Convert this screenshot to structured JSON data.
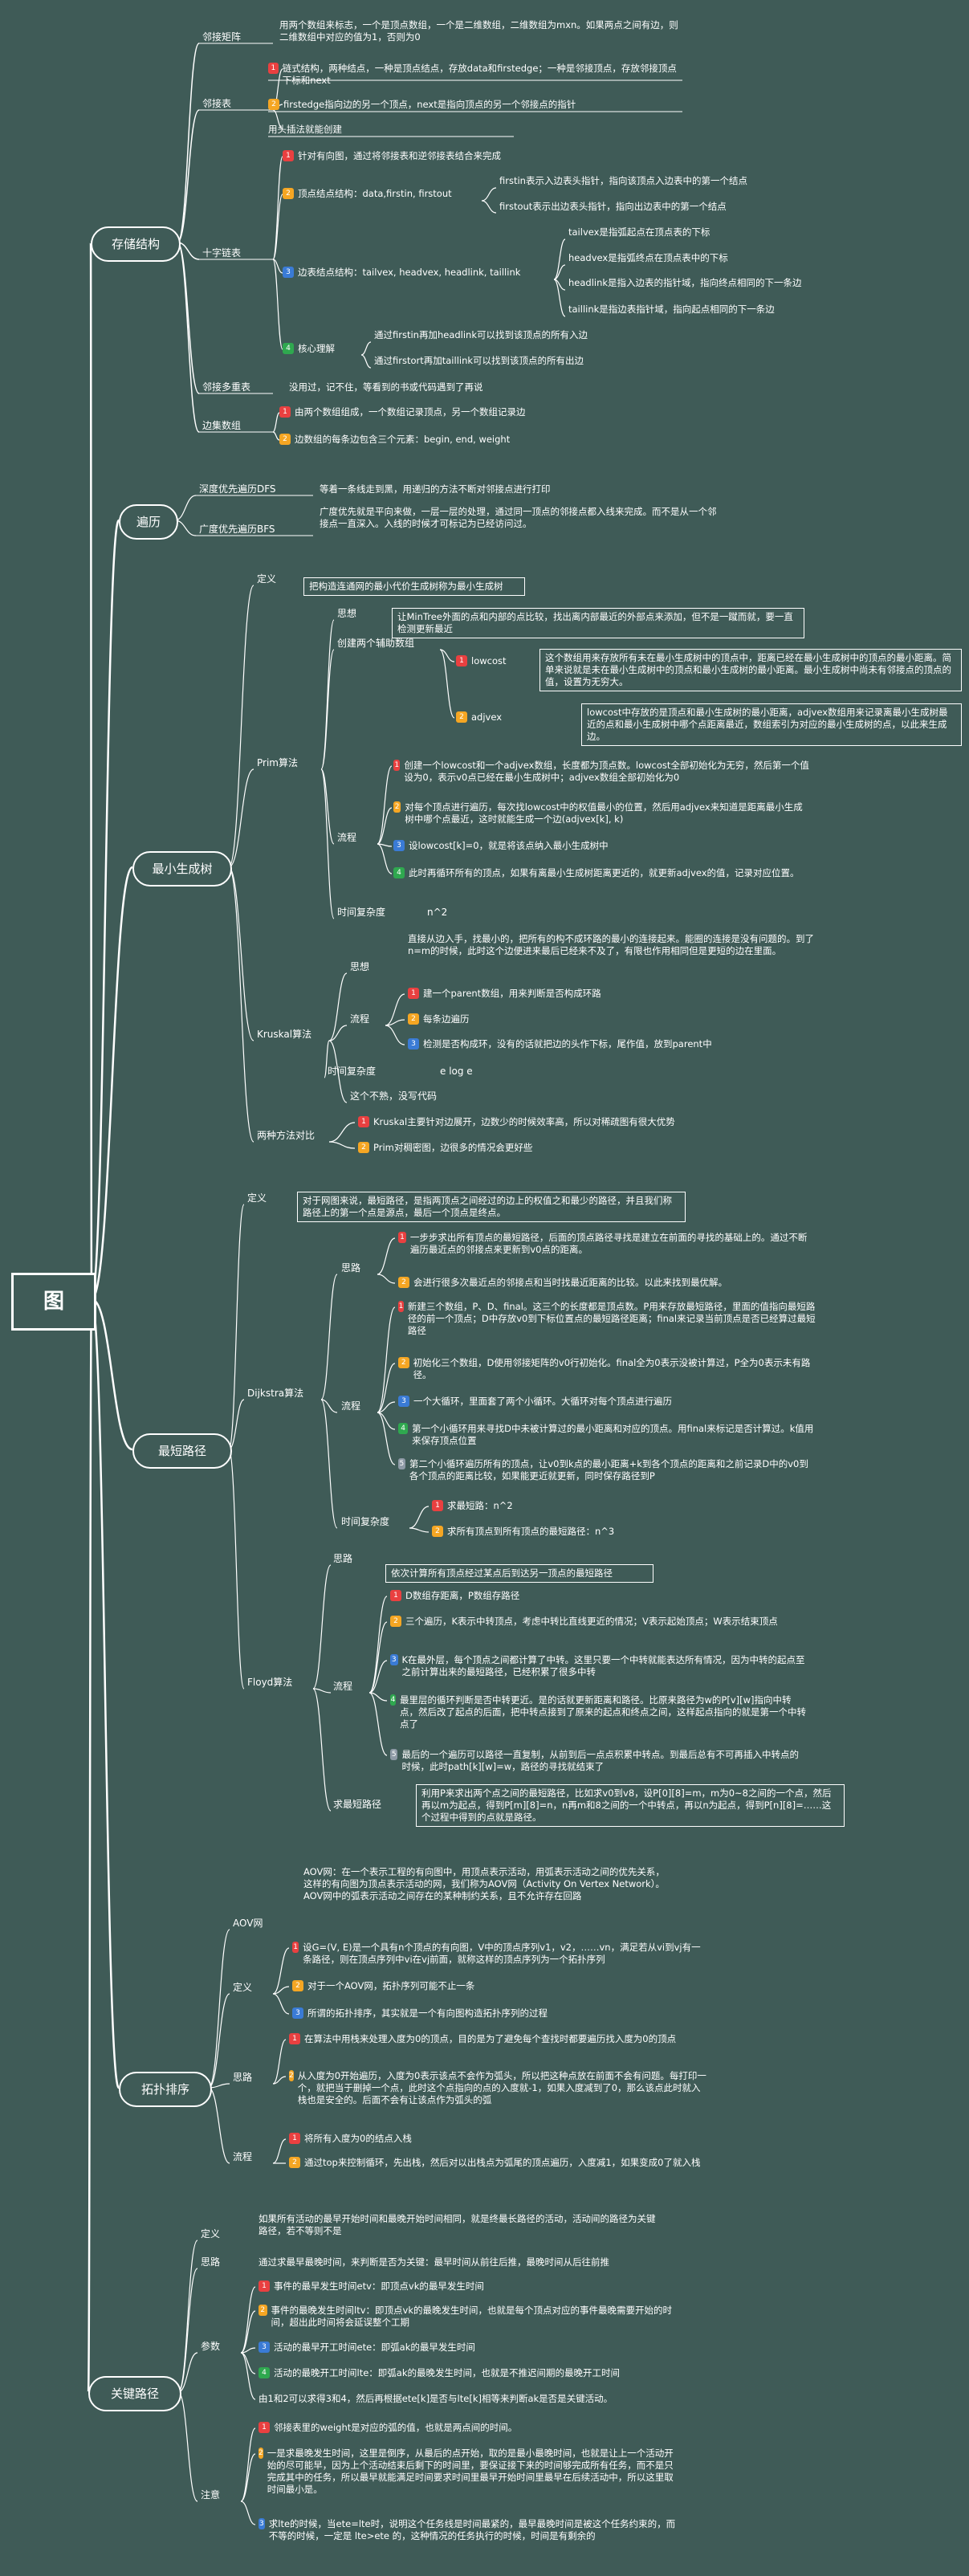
{
  "root": "图",
  "colors": {
    "background": "#3f5b57",
    "line": "#ffffff",
    "n1": "#e94040",
    "n2": "#f5a623",
    "n3": "#3a7bd5",
    "n4": "#2fa84f",
    "n5": "#8e9aa6"
  },
  "storage": {
    "title": "存储结构",
    "adj_matrix": {
      "label": "邻接矩阵",
      "text": "用两个数组来标志，一个是顶点数组，一个是二维数组，二维数组为mxn。如果两点之间有边，则二维数组中对应的值为1，否则为0"
    },
    "adj_list": {
      "label": "邻接表",
      "items": [
        "链式结构，两种结点，一种是顶点结点，存放data和firstedge；一种是邻接顶点，存放邻接顶点下标和next",
        "firstedge指向边的另一个顶点，next是指向顶点的另一个邻接点的指针",
        "用头插法就能创建"
      ]
    },
    "cross_list": {
      "label": "十字链表",
      "i1": "针对有向图，通过将邻接表和逆邻接表结合来完成",
      "i2": "顶点结点结构：data,firstin, firstout",
      "i2a": "firstin表示入边表头指针，指向该顶点入边表中的第一个结点",
      "i2b": "firstout表示出边表头指针，指向出边表中的第一个结点",
      "i3": "边表结点结构：tailvex, headvex, headlink, taillink",
      "i3a": "tailvex是指弧起点在顶点表的下标",
      "i3b": "headvex是指弧终点在顶点表中的下标",
      "i3c": "headlink是指入边表的指针域，指向终点相同的下一条边",
      "i3d": "taillink是指边表指针域，指向起点相同的下一条边",
      "i4": "核心理解",
      "i4a": "通过firstin再加headlink可以找到该顶点的所有入边",
      "i4b": "通过firstort再加taillink可以找到该顶点的所有出边"
    },
    "adj_multi": {
      "label": "邻接多重表",
      "text": "没用过，记不住，等看到的书或代码遇到了再说"
    },
    "edge_array": {
      "label": "边集数组",
      "items": [
        "由两个数组组成，一个数组记录顶点，另一个数组记录边",
        "边数组的每条边包含三个元素：begin, end, weight"
      ]
    }
  },
  "traverse": {
    "title": "遍历",
    "dfs_label": "深度优先遍历DFS",
    "dfs_text": "等着一条线走到黑，用递归的方法不断对邻接点进行打印",
    "bfs_label": "广度优先遍历BFS",
    "bfs_text": "广度优先就是平向来做，一层一层的处理，通过同一顶点的邻接点都入线来完成。而不是从一个邻接点一直深入。入线的时候才可标记为已经访问过。"
  },
  "mst": {
    "title": "最小生成树",
    "def_label": "定义",
    "def_text": "把构造连通网的最小代价生成树称为最小生成树",
    "prim": {
      "label": "Prim算法",
      "idea_label": "思想",
      "idea": "让MinTree外面的点和内部的点比较，找出离内部最近的外部点来添加，但不是一蹴而就，要一直检测更新最近",
      "arrays_label": "创建两个辅助数组",
      "lowcost_label": "lowcost",
      "lowcost": "这个数组用来存放所有未在最小生成树中的顶点中，距离已经在最小生成树中的顶点的最小距离。简单来说就是未在最小生成树中的顶点和最小生成树的最小距离。最小生成树中尚未有邻接点的顶点的值，设置为无穷大。",
      "adjvex_label": "adjvex",
      "adjvex": "lowcost中存放的是顶点和最小生成树的最小距离，adjvex数组用来记录离最小生成树最近的点和最小生成树中哪个点距离最近，数组索引为对应的最小生成树的点，以此来生成边。",
      "flow_label": "流程",
      "flow": [
        "创建一个lowcost和一个adjvex数组，长度都为顶点数。lowcost全部初始化为无穷，然后第一个值设为0，表示v0点已经在最小生成树中；adjvex数组全部初始化为0",
        "对每个顶点进行遍历，每次找lowcost中的权值最小的位置，然后用adjvex来知道是距离最小生成树中哪个点最近，这时就能生成一个边(adjvex[k], k)",
        "设lowcost[k]=0，就是将该点纳入最小生成树中",
        "此时再循环所有的顶点，如果有离最小生成树距离更近的，就更新adjvex的值，记录对应位置。"
      ],
      "time_label": "时间复杂度",
      "time": "n^2"
    },
    "kruskal": {
      "label": "Kruskal算法",
      "idea_label": "思想",
      "idea": "直接从边入手，找最小的，把所有的构不成环路的最小的连接起来。能圈的连接是没有问题的。到了n=m的时候，此时这个边便进来最后已经来不及了，有限也作用相同但是更短的边在里面。",
      "flow_label": "流程",
      "flow": [
        "建一个parent数组，用来判断是否构成环路",
        "每条边遍历",
        "检测是否构成环，没有的话就把边的头作下标，尾作值，放到parent中"
      ],
      "time_label": "时间复杂度",
      "time": "e log e",
      "note": "这个不熟，没写代码"
    },
    "compare_label": "两种方法对比",
    "compare": [
      "Kruskal主要针对边展开，边数少的时候效率高，所以对稀疏图有很大优势",
      "Prim对稠密图，边很多的情况会更好些"
    ]
  },
  "shortest": {
    "title": "最短路径",
    "def_label": "定义",
    "def_text": "对于网图来说，最短路径，是指两顶点之间经过的边上的权值之和最少的路径，并且我们称路径上的第一个点是源点，最后一个顶点是终点。",
    "dijkstra": {
      "label": "Dijkstra算法",
      "idea_label": "思路",
      "idea": [
        "一步步求出所有顶点的最短路径，后面的顶点路径寻找是建立在前面的寻找的基础上的。通过不断遍历最近点的邻接点来更新到v0点的距离。",
        "会进行很多次最近点的邻接点和当时找最近距离的比较。以此来找到最优解。"
      ],
      "flow_label": "流程",
      "flow": [
        "新建三个数组，P、D、final。这三个的长度都是顶点数。P用来存放最短路径，里面的值指向最短路径的前一个顶点；D中存放v0到下标位置点的最短路径距离；final来记录当前顶点是否已经算过最短路径",
        "初始化三个数组，D使用邻接矩阵的v0行初始化。final全为0表示没被计算过，P全为0表示未有路径。",
        "一个大循环，里面套了两个小循环。大循环对每个顶点进行遍历",
        "第一个小循环用来寻找D中未被计算过的最小距离和对应的顶点。用final来标记是否计算过。k值用来保存顶点位置",
        "第二个小循环遍历所有的顶点，让v0到k点的最小距离+k到各个顶点的距离和之前记录D中的v0到各个顶点的距离比较，如果能更近就更新，同时保存路径到P"
      ],
      "time_label": "时间复杂度",
      "time": [
        "求最短路：n^2",
        "求所有顶点到所有顶点的最短路径：n^3"
      ]
    },
    "floyd": {
      "label": "Floyd算法",
      "idea_label": "思路",
      "idea": "依次计算所有顶点经过某点后到达另一顶点的最短路径",
      "flow_label": "流程",
      "flow": [
        "D数组存距离，P数组存路径",
        "三个遍历，K表示中转顶点，考虑中转比直线更近的情况；V表示起始顶点；W表示结束顶点",
        "K在最外层，每个顶点之间都计算了中转。这里只要一个中转就能表达所有情况，因为中转的起点至之前计算出来的最短路径，已经积累了很多中转",
        "最里层的循环判断是否中转更近。是的话就更新距离和路径。比原来路径为w的P[v][w]指向中转点，然后改了起点的后面，把中转点接到了原来的起点和终点之间，这样起点指向的就是第一个中转点了",
        "最后的一个遍历可以路径一直复制，从前到后一点点积累中转点。到最后总有不可再插入中转点的时候，此时path[k][w]=w，路径的寻找就结束了"
      ],
      "path_label": "求最短路径",
      "path": "利用P来求出两个点之间的最短路径，比如求v0到v8，设P[0][8]=m，m为0~8之间的一个点，然后再以m为起点，得到P[m][8]=n，n再m和8之间的一个中转点，再以n为起点，得到P[n][8]=……这个过程中得到的点就是路径。"
    }
  },
  "topo": {
    "title": "拓扑排序",
    "aov_label": "AOV网",
    "aov": "AOV网：在一个表示工程的有向图中，用顶点表示活动，用弧表示活动之间的优先关系，这样的有向图为顶点表示活动的网，我们称为AOV网（Activity On Vertex Network）。AOV网中的弧表示活动之间存在的某种制约关系，且不允许存在回路",
    "def_label": "定义",
    "def": [
      "设G=(V, E)是一个具有n个顶点的有向图，V中的顶点序列v1，v2，……vn，满足若从vi到vj有一条路径，则在顶点序列中vi在vj前面，就称这样的顶点序列为一个拓扑序列",
      "对于一个AOV网，拓扑序列可能不止一条",
      "所谓的拓扑排序，其实就是一个有向图构造拓扑序列的过程"
    ],
    "idea_label": "思路",
    "idea": [
      "在算法中用栈来处理入度为0的顶点，目的是为了避免每个查找时都要遍历找入度为0的顶点",
      "从入度为0开始遍历，入度为0表示该点不会作为弧头，所以把这种点放在前面不会有问题。每打印一个，就把当于删掉一个点，此时这个点指向的点的入度就-1，如果入度减到了0，那么该点此时就入栈也是安全的。后面不会有让该点作为弧头的弧"
    ],
    "flow_label": "流程",
    "flow": [
      "将所有入度为0的结点入栈",
      "通过top来控制循环，先出栈，然后对以出栈点为弧尾的顶点遍历，入度减1，如果变成0了就入栈"
    ]
  },
  "critical": {
    "title": "关键路径",
    "def_label": "定义",
    "def": "如果所有活动的最早开始时间和最晚开始时间相同，就是终最长路径的活动，活动间的路径为关键路径，若不等则不是",
    "idea_label": "思路",
    "idea": "通过求最早最晚时间，来判断是否为关键：最早时间从前往后推，最晚时间从后往前推",
    "params_label": "参数",
    "params": [
      "事件的最早发生时间etv：即顶点vk的最早发生时间",
      "事件的最晚发生时间ltv：即顶点vk的最晚发生时间，也就是每个顶点对应的事件最晚需要开始的时间，超出此时间将会延误整个工期",
      "活动的最早开工时间ete：即弧ak的最早发生时间",
      "活动的最晚开工时间lte：即弧ak的最晚发生时间，也就是不推迟间期的最晚开工时间"
    ],
    "params_note": "由1和2可以求得3和4，然后再根据ete[k]是否与lte[k]相等来判断ak是否是关键活动。",
    "note_label": "注意",
    "notes": [
      "邻接表里的weight是对应的弧的值，也就是两点间的时间。",
      "一是求最晚发生时间，这里是倒序，从最后的点开始，取的是最小最晚时间，也就是让上一个活动开始的尽可能早，因为上个活动结束后剩下的时间里，要保证接下来的时间够完成所有任务，而不是只完成其中的任务，所以最早就能满足时间要求时间里最早开始时间里最早在后续活动中，所以这里取时间最小是。",
      "求lte的时候，当ete=lte时，说明这个任务线是时间最紧的，最早最晚时间是被这个任务约束的，而不等的时候，一定是 lte>ete 的，这种情况的任务执行的时候，时间是有剩余的"
    ]
  }
}
